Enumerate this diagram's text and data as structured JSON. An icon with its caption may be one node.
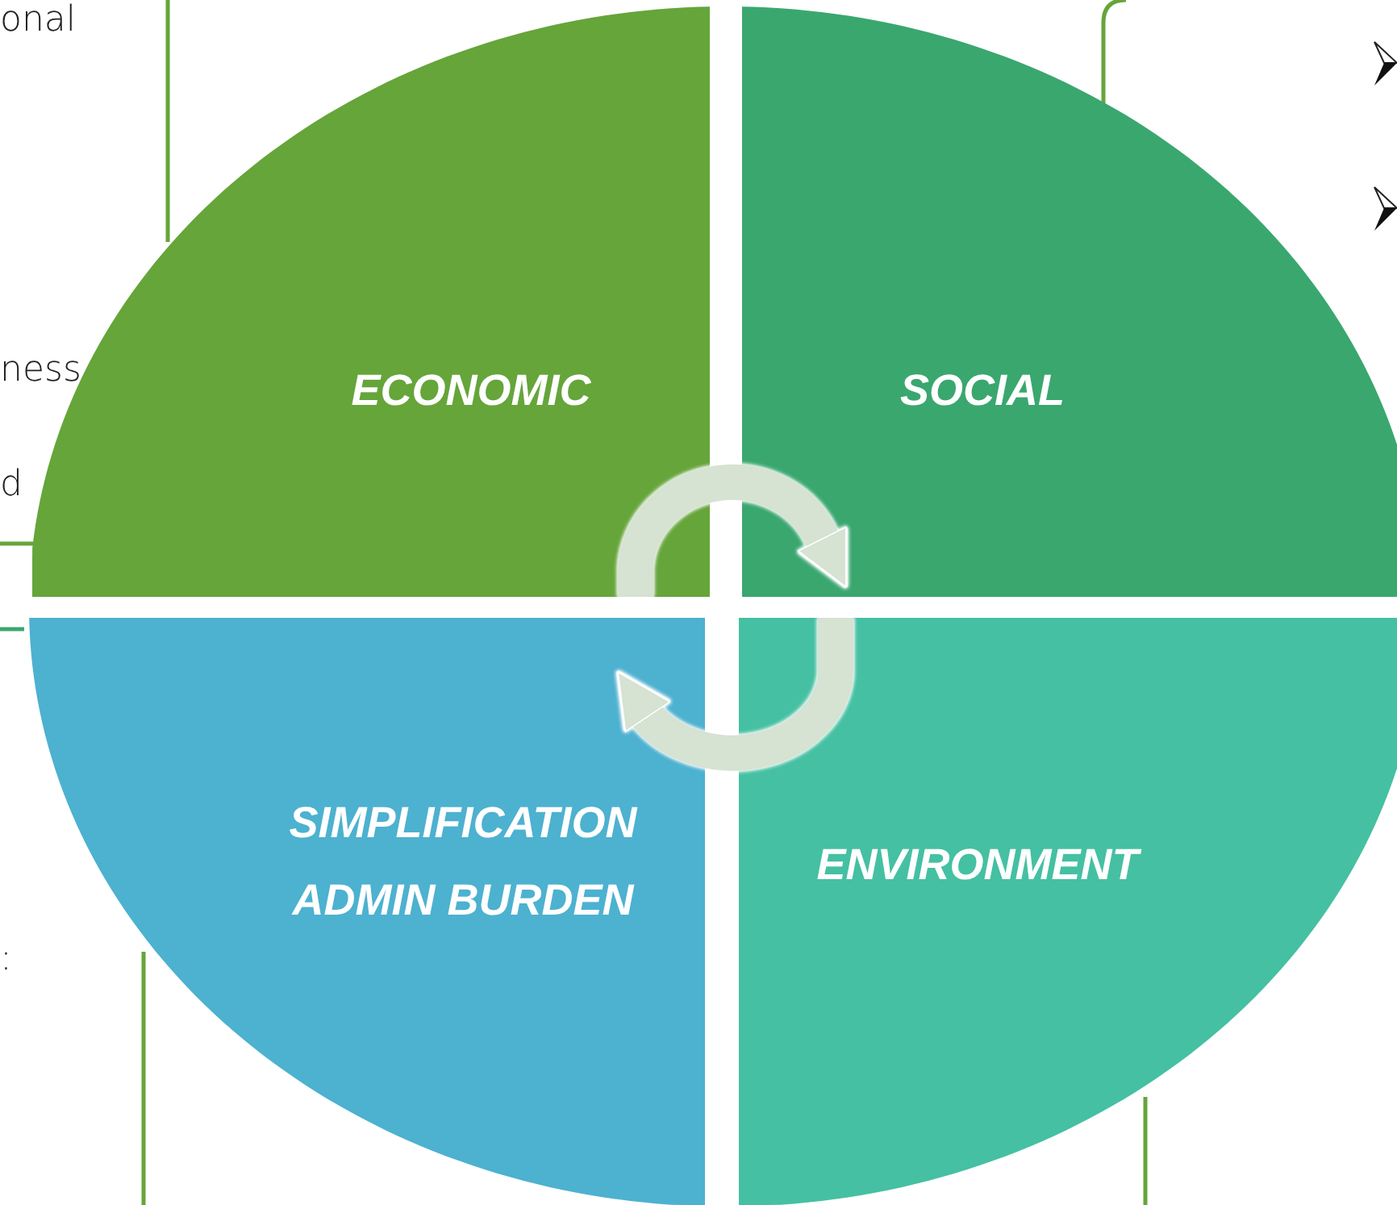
{
  "diagram": {
    "nodes": [
      {
        "text": [
          "ECONOMIC"
        ]
      },
      {
        "text": [
          "SOCIAL"
        ]
      },
      {
        "text": [
          "SIMPLIFICATION ADMIN BURDEN"
        ]
      },
      {
        "text": [
          "ENVIRONMENT"
        ]
      }
    ],
    "edges": [
      {
        "from": 0,
        "to": 1,
        "arrow": "to"
      },
      {
        "from": 3,
        "to": 2,
        "arrow": "to"
      }
    ],
    "labels": [
      "onal",
      "ness",
      "d",
      ":"
    ]
  }
}
